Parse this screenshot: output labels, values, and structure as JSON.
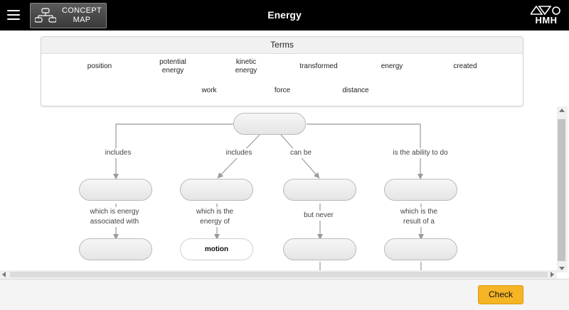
{
  "app": {
    "badge_label": "CONCEPT\nMAP",
    "title": "Energy",
    "brand": "HMH"
  },
  "terms": {
    "header": "Terms",
    "items": [
      "position",
      "potential\nenergy",
      "kinetic\nenergy",
      "transformed",
      "energy",
      "created",
      "work",
      "force",
      "distance"
    ]
  },
  "concept_map": {
    "link_labels": [
      "includes",
      "includes",
      "can be",
      "is the ability to do",
      "which is energy\nassociated with",
      "which is the\nenergy of",
      "but never",
      "which is the\nresult of a"
    ],
    "filled_node": "motion"
  },
  "footer": {
    "check_label": "Check"
  },
  "colors": {
    "topbar": "#000000",
    "check_button": "#f5b524",
    "connector": "#9a9a9a"
  }
}
